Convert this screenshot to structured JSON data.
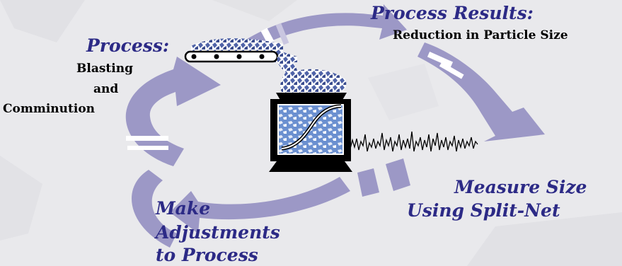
{
  "process": {
    "title": "Process:",
    "line1": "Blasting",
    "line2": "and",
    "line3": "Comminution"
  },
  "results": {
    "title": "Process Results:",
    "subtitle": "Reduction in Particle Size"
  },
  "measure": {
    "line1": "Measure Size",
    "line2": "Using Split-Net"
  },
  "adjust": {
    "line1": "Make",
    "line2": "Adjustments",
    "line3": "to Process"
  },
  "colors": {
    "background": "#e9e9ec",
    "arrow_fill": "#9c98c6",
    "arrow_light": "#c9c6e0",
    "heading_text": "#2c2a86",
    "body_text": "#000000",
    "rock": "#4f63a8",
    "screen": "#5f86c8",
    "machine": "#000000"
  },
  "icons": {
    "conveyor": "conveyor-belt-icon",
    "hopper": "hopper-icon",
    "monitor": "monitor-icon",
    "signal": "waveform-icon"
  }
}
